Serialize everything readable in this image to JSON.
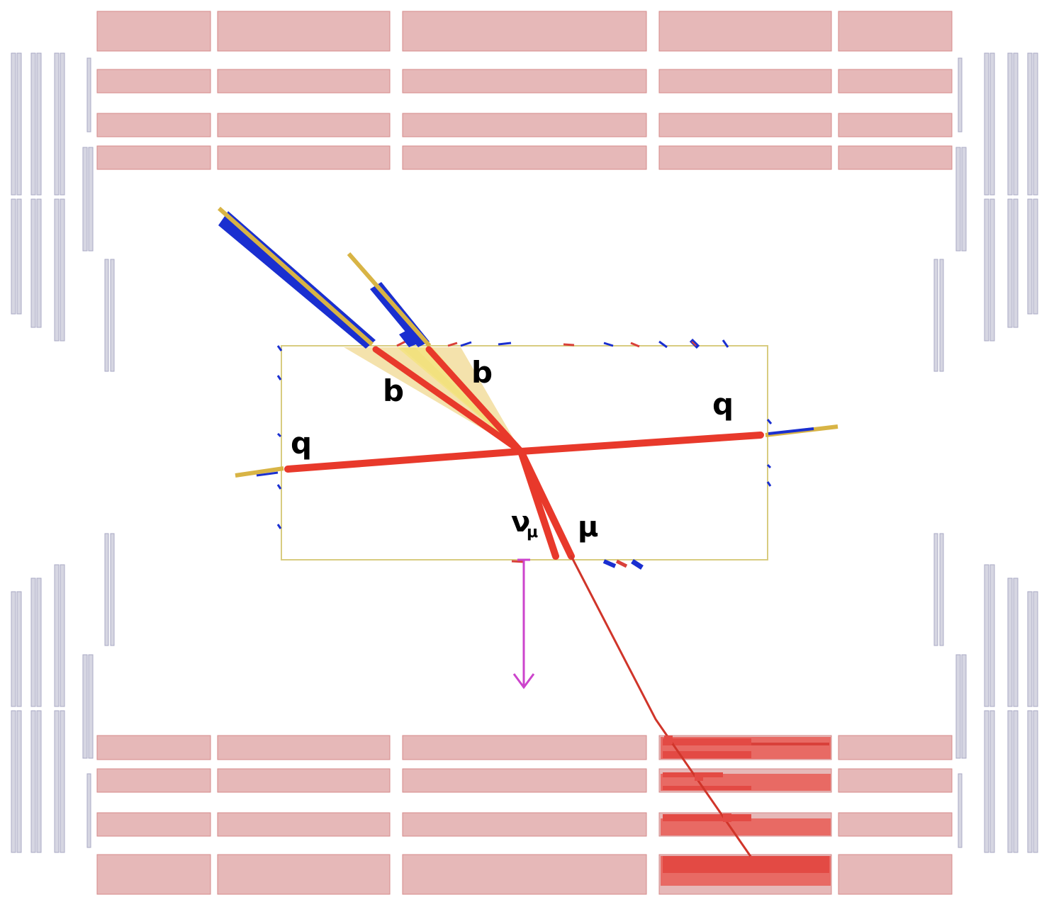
{
  "labels": {
    "b_left": "b",
    "b_right": "b",
    "q_left": "q",
    "q_right": "q",
    "nu_main": "ν",
    "nu_sub": "μ",
    "mu": "μ"
  },
  "colors": {
    "muon_chamber_fill": "#e6b8b8",
    "muon_chamber_stroke": "#d58a8a",
    "hit_chamber": "#e34a44",
    "endcap_fill": "#d6d6e2",
    "endcap_stroke": "#a9a9c4",
    "reconstructed_track": "#e8392b",
    "jet_track": "#d8b445",
    "calorimeter_blue": "#1a2fd0",
    "inner_box": "#d8cc80",
    "jet_cone": "#f0d890",
    "missing_energy": "#cc44cc"
  }
}
